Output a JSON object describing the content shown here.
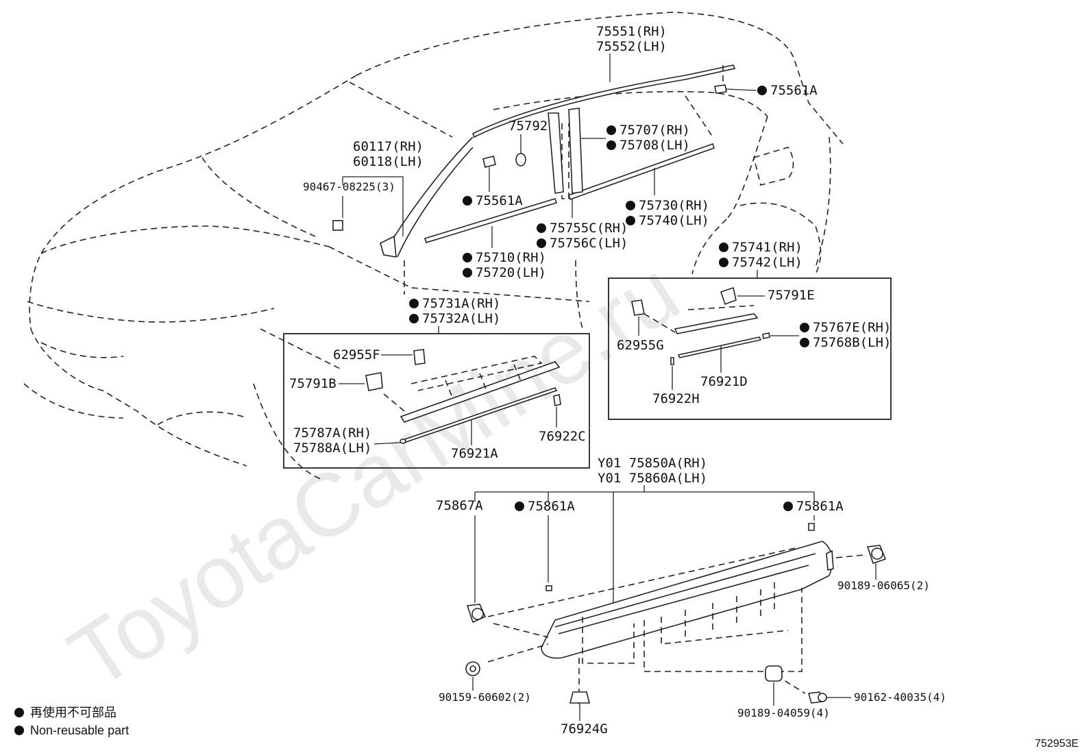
{
  "watermark": "ToyotaCarMine.ru",
  "diagram_code": "752953E",
  "legend": {
    "jp": "再使用不可部品",
    "en": "Non-reusable part"
  },
  "labels": {
    "p75551": "75551(RH)",
    "p75552": "75552(LH)",
    "p75561A_top": "75561A",
    "p75792": "75792",
    "p75707": "75707(RH)",
    "p75708": "75708(LH)",
    "p60117": "60117(RH)",
    "p60118": "60118(LH)",
    "p90467": "90467-08225(3)",
    "p75561A_mid": "75561A",
    "p75730": "75730(RH)",
    "p75740": "75740(LH)",
    "p75755C": "75755C(RH)",
    "p75756C": "75756C(LH)",
    "p75710": "75710(RH)",
    "p75720": "75720(LH)",
    "p75741": "75741(RH)",
    "p75742": "75742(LH)",
    "p75731A": "75731A(RH)",
    "p75732A": "75732A(LH)",
    "p75791E": "75791E",
    "p62955G": "62955G",
    "p75767E": "75767E(RH)",
    "p75768B": "75768B(LH)",
    "p76921D": "76921D",
    "p76922H": "76922H",
    "p62955F": "62955F",
    "p75791B": "75791B",
    "p75787A": "75787A(RH)",
    "p75788A": "75788A(LH)",
    "p76921A": "76921A",
    "p76922C": "76922C",
    "p75850A": "Y01 75850A(RH)",
    "p75860A": "Y01 75860A(LH)",
    "p75867A": "75867A",
    "p75861A_l": "75861A",
    "p75861A_r": "75861A",
    "p90189_06065": "90189-06065(2)",
    "p90159": "90159-60602(2)",
    "p76924G": "76924G",
    "p90189_04059": "90189-04059(4)",
    "p90162": "90162-40035(4)"
  }
}
